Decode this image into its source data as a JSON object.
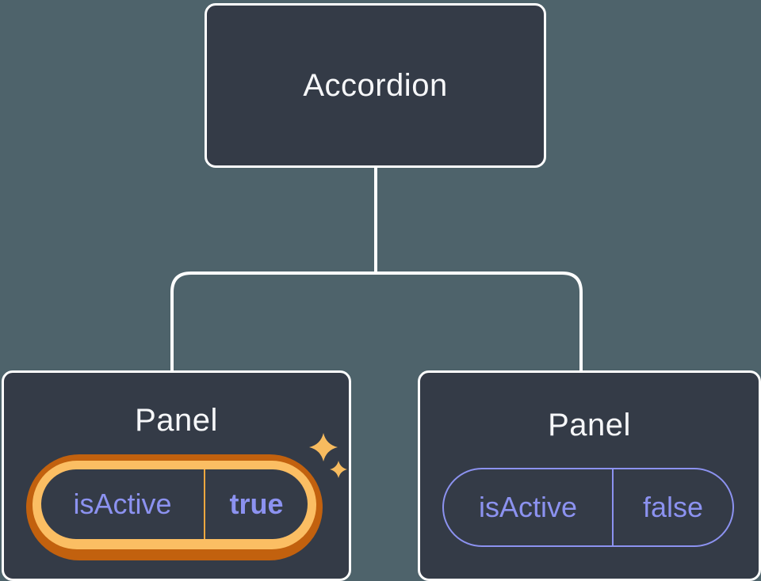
{
  "diagram": {
    "root": {
      "label": "Accordion"
    },
    "panels": [
      {
        "title": "Panel",
        "prop": {
          "name": "isActive",
          "value": "true"
        },
        "highlighted": true
      },
      {
        "title": "Panel",
        "prop": {
          "name": "isActive",
          "value": "false"
        },
        "highlighted": false
      }
    ],
    "icons": [
      {
        "name": "sparkles-icon",
        "glyph": "✦"
      }
    ]
  },
  "colors": {
    "background": "#4E636B",
    "card_fill": "#343B47",
    "card_border": "#FFFFFF",
    "connector_line": "#FFFFFF",
    "title_text": "#F6F7F9",
    "prop_text": "#8C92F0",
    "highlight_ring_outer": "#C2610E",
    "highlight_ring_inner": "#FBBE63",
    "highlight_divider": "#EFA73F",
    "sparkle": "#F7BB5F"
  }
}
